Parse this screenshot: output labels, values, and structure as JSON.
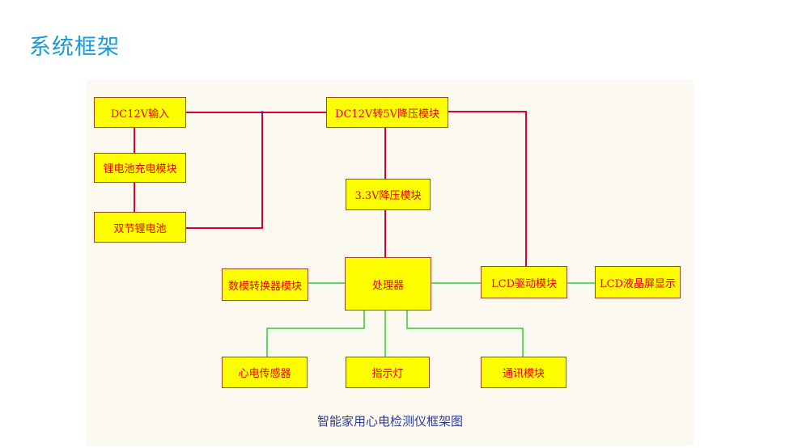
{
  "title": "系统框架",
  "diagram": {
    "caption": "智能家用心电检测仪框架图",
    "colors": {
      "box_fill": "#ffff00",
      "box_text": "#e60000",
      "power_line": "#e0002a",
      "signal_line": "#33cc33"
    },
    "boxes": {
      "dc_input": "DC12V输入",
      "charger": "锂电池充电模块",
      "battery": "双节锂电池",
      "dc12_to_5": "DC12V转5V降压模块",
      "ldo_33": "3.3V降压模块",
      "processor": "处理器",
      "dac": "数模转换器模块",
      "lcd_driver": "LCD驱动模块",
      "lcd_display": "LCD液晶屏显示",
      "ecg_sensor": "心电传感器",
      "indicator": "指示灯",
      "comm": "通讯模块"
    }
  }
}
